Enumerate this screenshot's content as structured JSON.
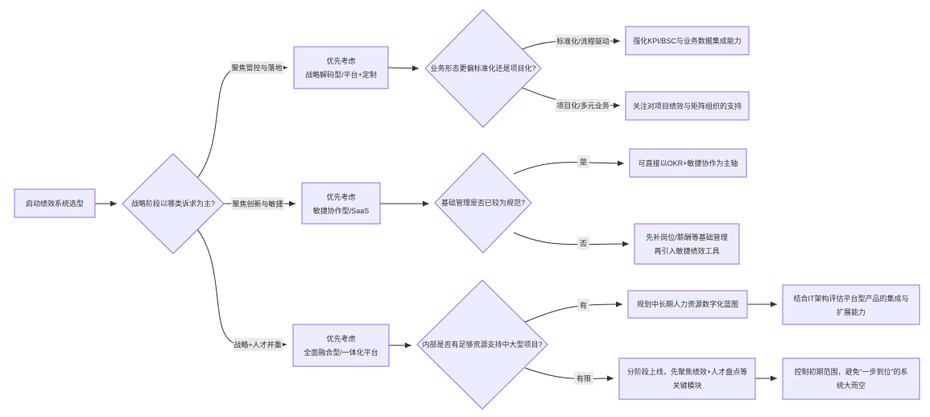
{
  "diagram": {
    "type": "flowchart-decision-tree",
    "colors": {
      "background": "#ffffff",
      "node_fill": "#ECECFF",
      "node_border": "#9370DB",
      "edge_line": "#333333",
      "edge_label_bg": "#e8e8e8",
      "text": "#333333"
    }
  },
  "nodes": {
    "start": {
      "lines": [
        "启动绩效系统选型"
      ]
    },
    "d1": {
      "label": "战略阶段以哪类诉求为主?"
    },
    "p1": {
      "lines": [
        "优先考虑",
        "战略解码型/平台+定制"
      ]
    },
    "p2": {
      "lines": [
        "优先考虑",
        "敏捷协作型/SaaS"
      ]
    },
    "p3": {
      "lines": [
        "优先考虑",
        "全面融合型/一体化平台"
      ]
    },
    "d2": {
      "label": "业务形态更偏标准化还是项目化?"
    },
    "d3": {
      "label": "基础管理是否已较为规范?"
    },
    "d4": {
      "label": "内部是否有足够资源支持中大型项目?"
    },
    "r1": {
      "lines": [
        "强化KPI/BSC与业务数据集成能力"
      ]
    },
    "r2": {
      "lines": [
        "关注对项目绩效与矩阵组织的支持"
      ]
    },
    "r3": {
      "lines": [
        "可直接以OKR+敏捷协作为主轴"
      ]
    },
    "r4": {
      "lines": [
        "先补岗位/薪酬等基础管理",
        "再引入敏捷绩效工具"
      ]
    },
    "r5": {
      "lines": [
        "规划中长期人力资源数字化蓝图"
      ]
    },
    "r6": {
      "lines": [
        "分阶段上线，先聚焦绩效+人才盘点等",
        "关键模块"
      ]
    },
    "f1": {
      "lines": [
        "结合IT架构评估平台型产品的集成与",
        "扩展能力"
      ]
    },
    "f2": {
      "lines": [
        "控制初期范围，避免“一步到位”的系",
        "统大而空"
      ]
    }
  },
  "edge_labels": {
    "e1": "聚焦管控与落地",
    "e2": "聚焦创新与敏捷",
    "e3": "战略+人才并重",
    "e4": "标准化/流程驱动",
    "e5": "项目化/多元业务",
    "e6": "是",
    "e7": "否",
    "e8": "有",
    "e9": "有限"
  }
}
